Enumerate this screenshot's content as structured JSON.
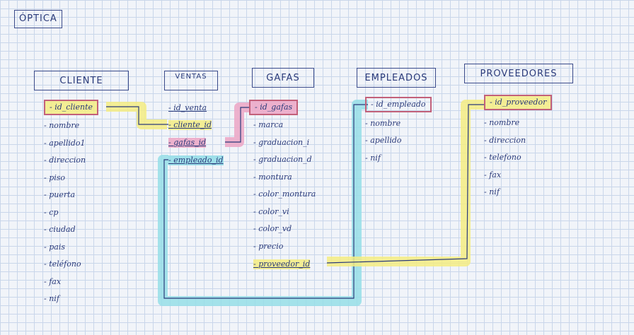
{
  "title": "ÓPTICA",
  "tables": {
    "cliente": {
      "name": "CLIENTE",
      "fields": [
        "id_cliente",
        "nombre",
        "apellido1",
        "direccion",
        "piso",
        "puerta",
        "cp",
        "ciudad",
        "pais",
        "teléfono",
        "fax",
        "nif"
      ]
    },
    "ventas": {
      "name": "VENTAS",
      "fields": [
        "id_venta",
        "cliente_id",
        "gafas_id",
        "empleado_id"
      ]
    },
    "gafas": {
      "name": "GAFAS",
      "fields": [
        "id_gafas",
        "marca",
        "graduacion_i",
        "graduacion_d",
        "montura",
        "color_montura",
        "color_vi",
        "color_vd",
        "precio",
        "proveedor_id"
      ]
    },
    "empleados": {
      "name": "EMPLEADOS",
      "fields": [
        "id_empleado",
        "nombre",
        "apellido",
        "nif"
      ]
    },
    "proveedores": {
      "name": "PROVEEDORES",
      "fields": [
        "id_proveedor",
        "nombre",
        "direccion",
        "telefono",
        "fax",
        "nif"
      ]
    }
  },
  "relations": [
    {
      "from": "ventas.cliente_id",
      "to": "cliente.id_cliente",
      "color": "#f5ec82"
    },
    {
      "from": "ventas.gafas_id",
      "to": "gafas.id_gafas",
      "color": "#ecaac8"
    },
    {
      "from": "ventas.empleado_id",
      "to": "empleados.id_empleado",
      "color": "#96dee8"
    },
    {
      "from": "gafas.proveedor_id",
      "to": "proveedores.id_proveedor",
      "color": "#f5ec82"
    }
  ],
  "colors": {
    "ink": "#2a3a7a",
    "primary_key_frame": "#c2607a",
    "grid": "#c9d6ea"
  }
}
